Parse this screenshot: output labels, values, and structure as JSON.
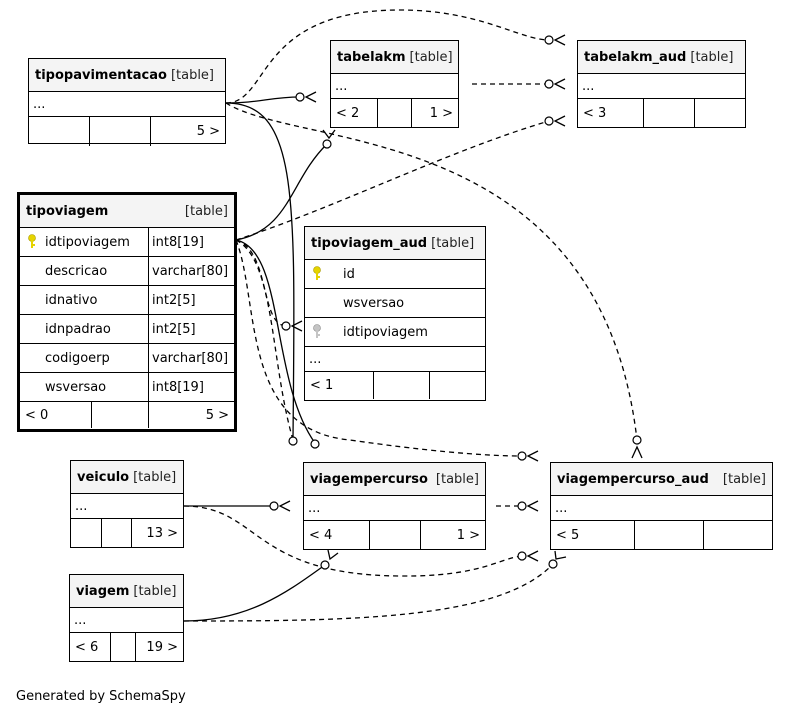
{
  "tables": {
    "tipopavimentacao": {
      "name": "tipopavimentacao",
      "tag": "[table]",
      "dots": "...",
      "parents": "",
      "mid": "",
      "children": "5 >"
    },
    "tabelakm": {
      "name": "tabelakm",
      "tag": "[table]",
      "dots": "...",
      "parents": "< 2",
      "mid": "",
      "children": "1 >"
    },
    "tabelakm_aud": {
      "name": "tabelakm_aud",
      "tag": "[table]",
      "dots": "...",
      "parents": "< 3",
      "mid": "",
      "children": ""
    },
    "tipoviagem": {
      "name": "tipoviagem",
      "tag": "[table]",
      "columns": [
        {
          "name": "idtipoviagem",
          "type": "int8[19]",
          "key": "primary"
        },
        {
          "name": "descricao",
          "type": "varchar[80]",
          "key": ""
        },
        {
          "name": "idnativo",
          "type": "int2[5]",
          "key": ""
        },
        {
          "name": "idnpadrao",
          "type": "int2[5]",
          "key": ""
        },
        {
          "name": "codigoerp",
          "type": "varchar[80]",
          "key": ""
        },
        {
          "name": "wsversao",
          "type": "int8[19]",
          "key": ""
        }
      ],
      "parents": "< 0",
      "mid": "",
      "children": "5 >"
    },
    "tipoviagem_aud": {
      "name": "tipoviagem_aud",
      "tag": "[table]",
      "columns": [
        {
          "name": "id",
          "key": "primary"
        },
        {
          "name": "wsversao",
          "key": ""
        },
        {
          "name": "idtipoviagem",
          "key": "foreign"
        }
      ],
      "dots": "...",
      "parents": "< 1",
      "mid": "",
      "children": ""
    },
    "veiculo": {
      "name": "veiculo",
      "tag": "[table]",
      "dots": "...",
      "parents": "",
      "mid": "",
      "children": "13 >"
    },
    "viagempercurso": {
      "name": "viagempercurso",
      "tag": "[table]",
      "dots": "...",
      "parents": "< 4",
      "mid": "",
      "children": "1 >"
    },
    "viagempercurso_aud": {
      "name": "viagempercurso_aud",
      "tag": "[table]",
      "dots": "...",
      "parents": "< 5",
      "mid": "",
      "children": ""
    },
    "viagem": {
      "name": "viagem",
      "tag": "[table]",
      "dots": "...",
      "parents": "< 6",
      "mid": "",
      "children": "19 >"
    }
  },
  "footer": "Generated by SchemaSpy",
  "colors": {
    "key_primary": "#e6d400",
    "key_foreign": "#b0b0b0",
    "header_bg": "#f4f4f4"
  },
  "icons": {
    "primary_key": "key-icon",
    "foreign_key": "key-icon"
  }
}
